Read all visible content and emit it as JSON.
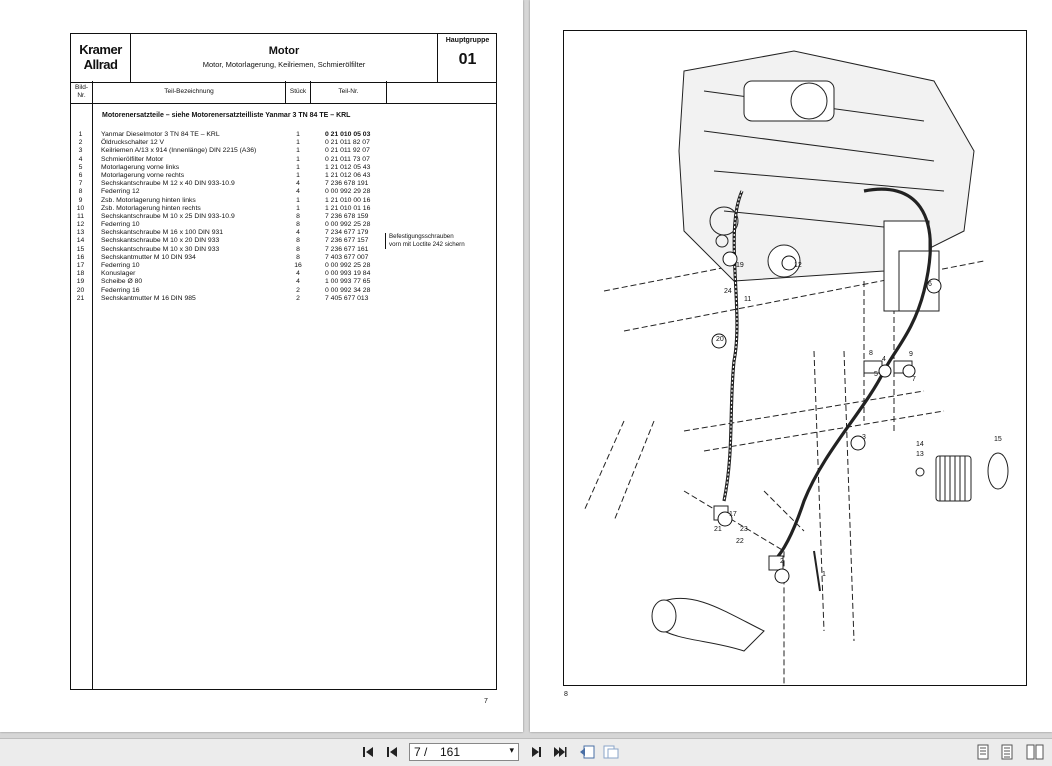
{
  "left_page": {
    "logo_line1": "Kramer",
    "logo_line2": "Allrad",
    "title": "Motor",
    "subtitle": "Motor, Motorlagerung, Keilriemen, Schmierölfilter",
    "hauptgruppe_label": "Hauptgruppe",
    "hauptgruppe_value": "01",
    "col_bild": "Bild-Nr.",
    "col_bezeichnung": "Teil-Bezeichnung",
    "col_stueck": "Stück",
    "col_teilnr": "Teil-Nr.",
    "note": "Motorenersatzteile – siehe Motorenersatzteilliste Yanmar 3 TN 84 TE – KRL",
    "remark_line1": "Befestigungsschrauben",
    "remark_line2": "vorn mit Loctite 242 sichern",
    "page_number": "7",
    "parts": [
      {
        "nr": "1",
        "desc": "Yanmar Dieselmotor 3 TN 84 TE – KRL",
        "qty": "1",
        "part": "0 21 010 05 03"
      },
      {
        "nr": "2",
        "desc": "Öldruckschalter 12 V",
        "qty": "1",
        "part": "0 21 011 82 07"
      },
      {
        "nr": "3",
        "desc": "Keilriemen A/13 x 914 (Innenlänge) DIN 2215 (A36)",
        "qty": "1",
        "part": "0 21 011 92 07"
      },
      {
        "nr": "4",
        "desc": "Schmierölfilter Motor",
        "qty": "1",
        "part": "0 21 011 73 07"
      },
      {
        "nr": "5",
        "desc": "Motorlagerung vorne links",
        "qty": "1",
        "part": "1 21 012 05 43"
      },
      {
        "nr": "6",
        "desc": "Motorlagerung vorne rechts",
        "qty": "1",
        "part": "1 21 012 06 43"
      },
      {
        "nr": "7",
        "desc": "Sechskantschraube M 12 x 40 DIN 933-10.9",
        "qty": "4",
        "part": "7 236 678 191"
      },
      {
        "nr": "8",
        "desc": "Federring 12",
        "qty": "4",
        "part": "0 00 992 29 28"
      },
      {
        "nr": "9",
        "desc": "Zsb. Motorlagerung hinten links",
        "qty": "1",
        "part": "1 21 010 00 16"
      },
      {
        "nr": "10",
        "desc": "Zsb. Motorlagerung hinten rechts",
        "qty": "1",
        "part": "1 21 010 01 16"
      },
      {
        "nr": "11",
        "desc": "Sechskantschraube M 10 x 25 DIN 933-10.9",
        "qty": "8",
        "part": "7 236 678 159"
      },
      {
        "nr": "12",
        "desc": "Federring 10",
        "qty": "8",
        "part": "0 00 992 25 28"
      },
      {
        "nr": "13",
        "desc": "Sechskantschraube M 16 x 100 DIN 931",
        "qty": "4",
        "part": "7 234 677 179"
      },
      {
        "nr": "14",
        "desc": "Sechskantschraube M 10 x 20 DIN 933",
        "qty": "8",
        "part": "7 236 677 157"
      },
      {
        "nr": "15",
        "desc": "Sechskantschraube M 10 x 30 DIN 933",
        "qty": "8",
        "part": "7 236 677 161"
      },
      {
        "nr": "16",
        "desc": "Sechskantmutter M 10 DIN 934",
        "qty": "8",
        "part": "7 403 677 007"
      },
      {
        "nr": "17",
        "desc": "Federring 10",
        "qty": "16",
        "part": "0 00 992 25 28"
      },
      {
        "nr": "18",
        "desc": "Konuslager",
        "qty": "4",
        "part": "0 00 993 19 84"
      },
      {
        "nr": "19",
        "desc": "Scheibe Ø 80",
        "qty": "4",
        "part": "1 00 993 77 65"
      },
      {
        "nr": "20",
        "desc": "Federring 16",
        "qty": "2",
        "part": "0 00 992 34 28"
      },
      {
        "nr": "21",
        "desc": "Sechskantmutter M 16 DIN 985",
        "qty": "2",
        "part": "7 405 677 013"
      }
    ]
  },
  "right_page": {
    "page_number": "8",
    "callouts": [
      "1",
      "2",
      "3",
      "4",
      "5",
      "6",
      "7",
      "8",
      "9",
      "11",
      "12",
      "13",
      "14",
      "15",
      "17",
      "19",
      "20",
      "21",
      "22",
      "23",
      "24"
    ]
  },
  "toolbar": {
    "current_page": "7",
    "separator": "/",
    "total_pages": "161"
  }
}
